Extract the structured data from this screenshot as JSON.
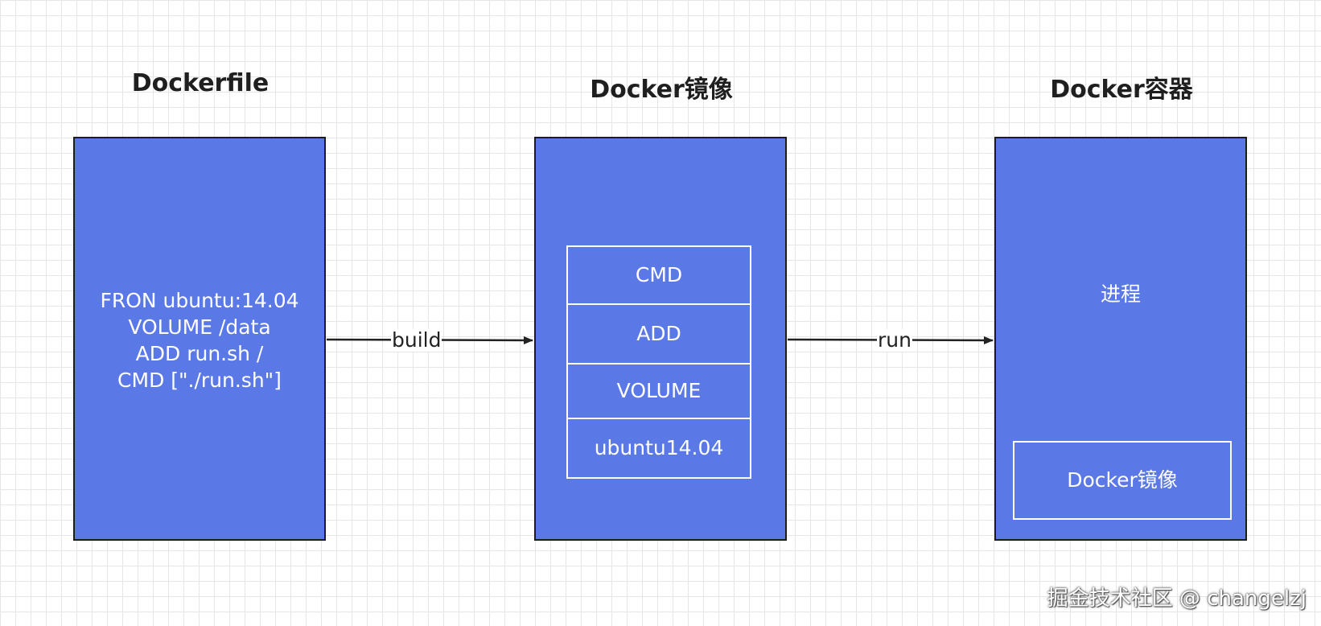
{
  "titles": {
    "dockerfile": "Dockerfile",
    "image": "Docker镜像",
    "container": "Docker容器"
  },
  "dockerfile_block": {
    "lines": [
      "FRON ubuntu:14.04",
      "VOLUME /data",
      "ADD run.sh /",
      "CMD [\"./run.sh\"]"
    ]
  },
  "image_block": {
    "layers": [
      "CMD",
      "ADD",
      "VOLUME",
      "ubuntu14.04"
    ]
  },
  "container_block": {
    "process_label": "进程",
    "inner_image_label": "Docker镜像"
  },
  "arrows": {
    "build_label": "build",
    "run_label": "run"
  },
  "watermark": "掘金技术社区 @ changelzj",
  "colors": {
    "block_fill": "#5b79e6",
    "block_border": "#1c1c1c",
    "grid_line": "#e6e6e6"
  }
}
